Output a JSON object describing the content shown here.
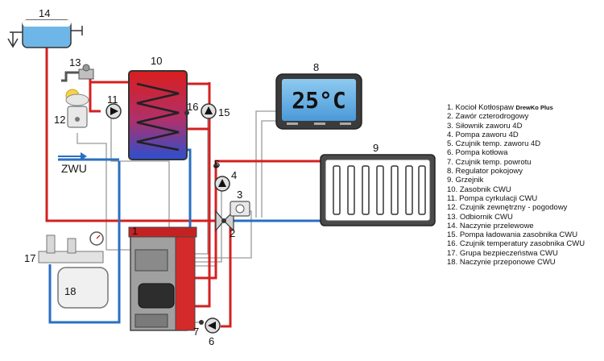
{
  "labels": {
    "n1": "1",
    "n2": "2",
    "n3": "3",
    "n4": "4",
    "n5": "5",
    "n6": "6",
    "n7": "7",
    "n8": "8",
    "n9": "9",
    "n10": "10",
    "n11": "11",
    "n12": "12",
    "n13": "13",
    "n14": "14",
    "n15": "15",
    "n16": "16",
    "n17": "17",
    "n18": "18"
  },
  "thermostat_display": "25°C",
  "zwu_label": "ZWU",
  "legend": [
    {
      "text": "1. Kocioł Kotłospaw ",
      "brand": "DrewKo Plus"
    },
    {
      "text": "2. Zawór czterodrogowy"
    },
    {
      "text": "3. Siłownik zaworu 4D"
    },
    {
      "text": "4. Pompa zaworu 4D"
    },
    {
      "text": "5. Czujnik temp. zaworu 4D"
    },
    {
      "text": "6. Pompa kotłowa"
    },
    {
      "text": "7. Czujnik temp. powrotu"
    },
    {
      "text": "8. Regulator pokojowy"
    },
    {
      "text": "9. Grzejnik"
    },
    {
      "text": "10. Zasobnik CWU"
    },
    {
      "text": "11. Pompa cyrkulacji CWU"
    },
    {
      "text": "12. Czujnik zewnętrzny - pogodowy"
    },
    {
      "text": "13. Odbiornik CWU"
    },
    {
      "text": "14. Naczynie przelewowe"
    },
    {
      "text": "15. Pompa ładowania zasobnika CWU"
    },
    {
      "text": "16. Czujnik temperatury zasobnika CWU"
    },
    {
      "text": "17. Grupa bezpieczeństwa CWU"
    },
    {
      "text": "18. Naczynie przeponowe CWU"
    }
  ],
  "colors": {
    "hot_pipe": "#d42020",
    "cold_pipe": "#2a6fc0",
    "signal_wire": "#9a9a9a",
    "boiler_body": "#d42a2a",
    "tank_water": "#6fb6e8"
  }
}
